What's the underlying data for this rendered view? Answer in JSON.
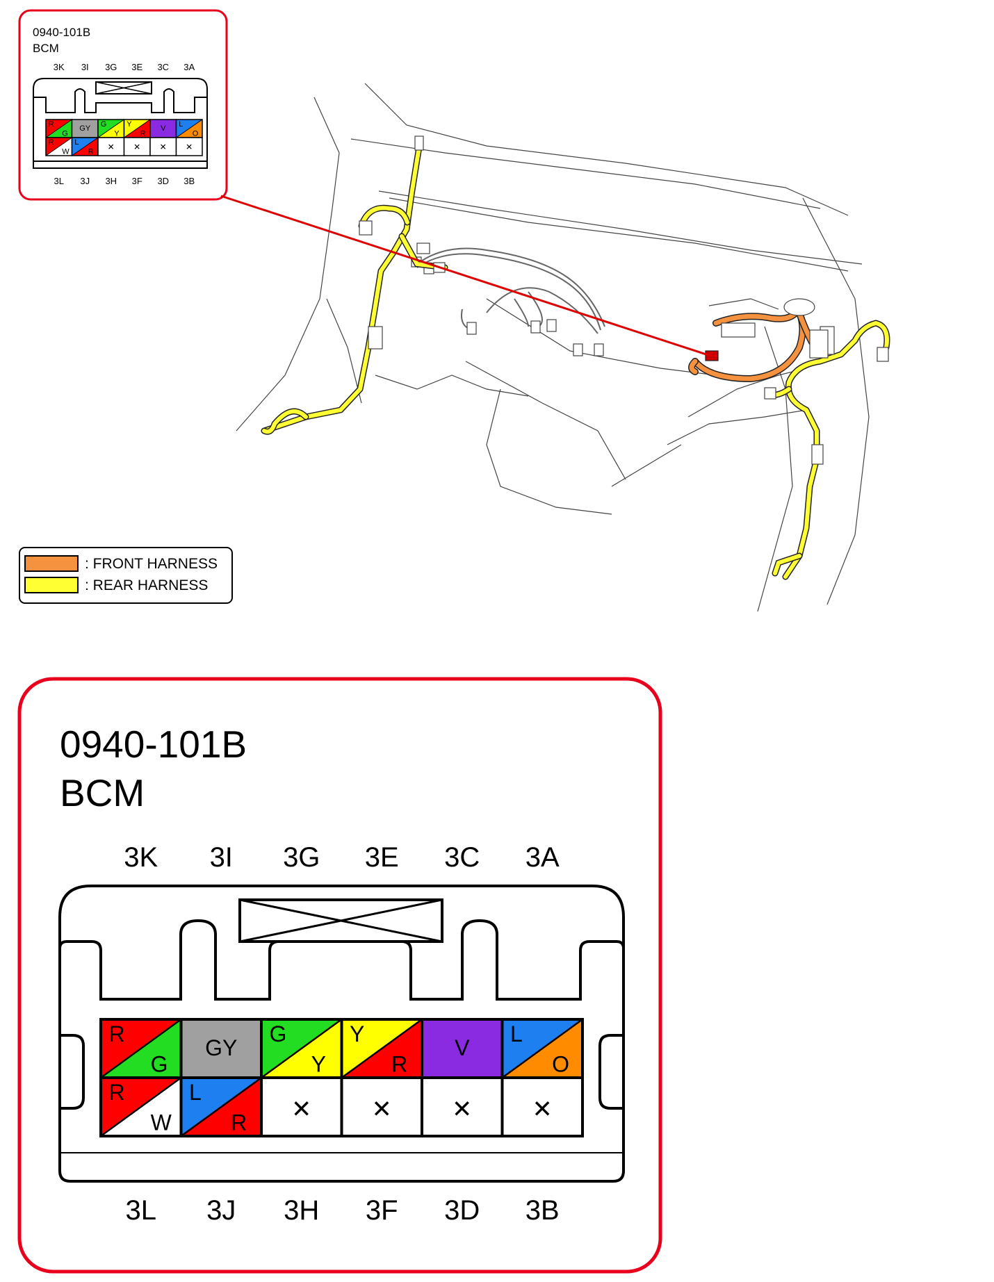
{
  "connector": {
    "part_number": "0940-101B",
    "name": "BCM",
    "top_pins": [
      "3K",
      "3I",
      "3G",
      "3E",
      "3C",
      "3A"
    ],
    "bottom_pins": [
      "3L",
      "3J",
      "3H",
      "3F",
      "3D",
      "3B"
    ],
    "row1": [
      {
        "type": "split",
        "top": "R",
        "bottom": "G",
        "top_color": "#ff0000",
        "bottom_color": "#22dd22"
      },
      {
        "type": "solid",
        "label": "GY",
        "color": "#a0a0a0"
      },
      {
        "type": "split",
        "top": "G",
        "bottom": "Y",
        "top_color": "#22dd22",
        "bottom_color": "#ffff00"
      },
      {
        "type": "split",
        "top": "Y",
        "bottom": "R",
        "top_color": "#ffff00",
        "bottom_color": "#ff0000"
      },
      {
        "type": "solid",
        "label": "V",
        "color": "#8a2be2"
      },
      {
        "type": "split",
        "top": "L",
        "bottom": "O",
        "top_color": "#1e7ff0",
        "bottom_color": "#ff8c00"
      }
    ],
    "row2": [
      {
        "type": "split",
        "top": "R",
        "bottom": "W",
        "top_color": "#ff0000",
        "bottom_color": "#ffffff"
      },
      {
        "type": "split",
        "top": "L",
        "bottom": "R",
        "top_color": "#1e7ff0",
        "bottom_color": "#ff0000"
      },
      {
        "type": "empty",
        "label": "✕"
      },
      {
        "type": "empty",
        "label": "✕"
      },
      {
        "type": "empty",
        "label": "✕"
      },
      {
        "type": "empty",
        "label": "✕"
      }
    ]
  },
  "legend": {
    "items": [
      {
        "label": ": FRONT HARNESS",
        "color": "#f4923f"
      },
      {
        "label": ": REAR HARNESS",
        "color": "#ffff33"
      }
    ]
  },
  "colors": {
    "frame": "#e8001c",
    "front_harness": "#f4923f",
    "rear_harness": "#ffff33",
    "locator_line": "#dd0000"
  }
}
